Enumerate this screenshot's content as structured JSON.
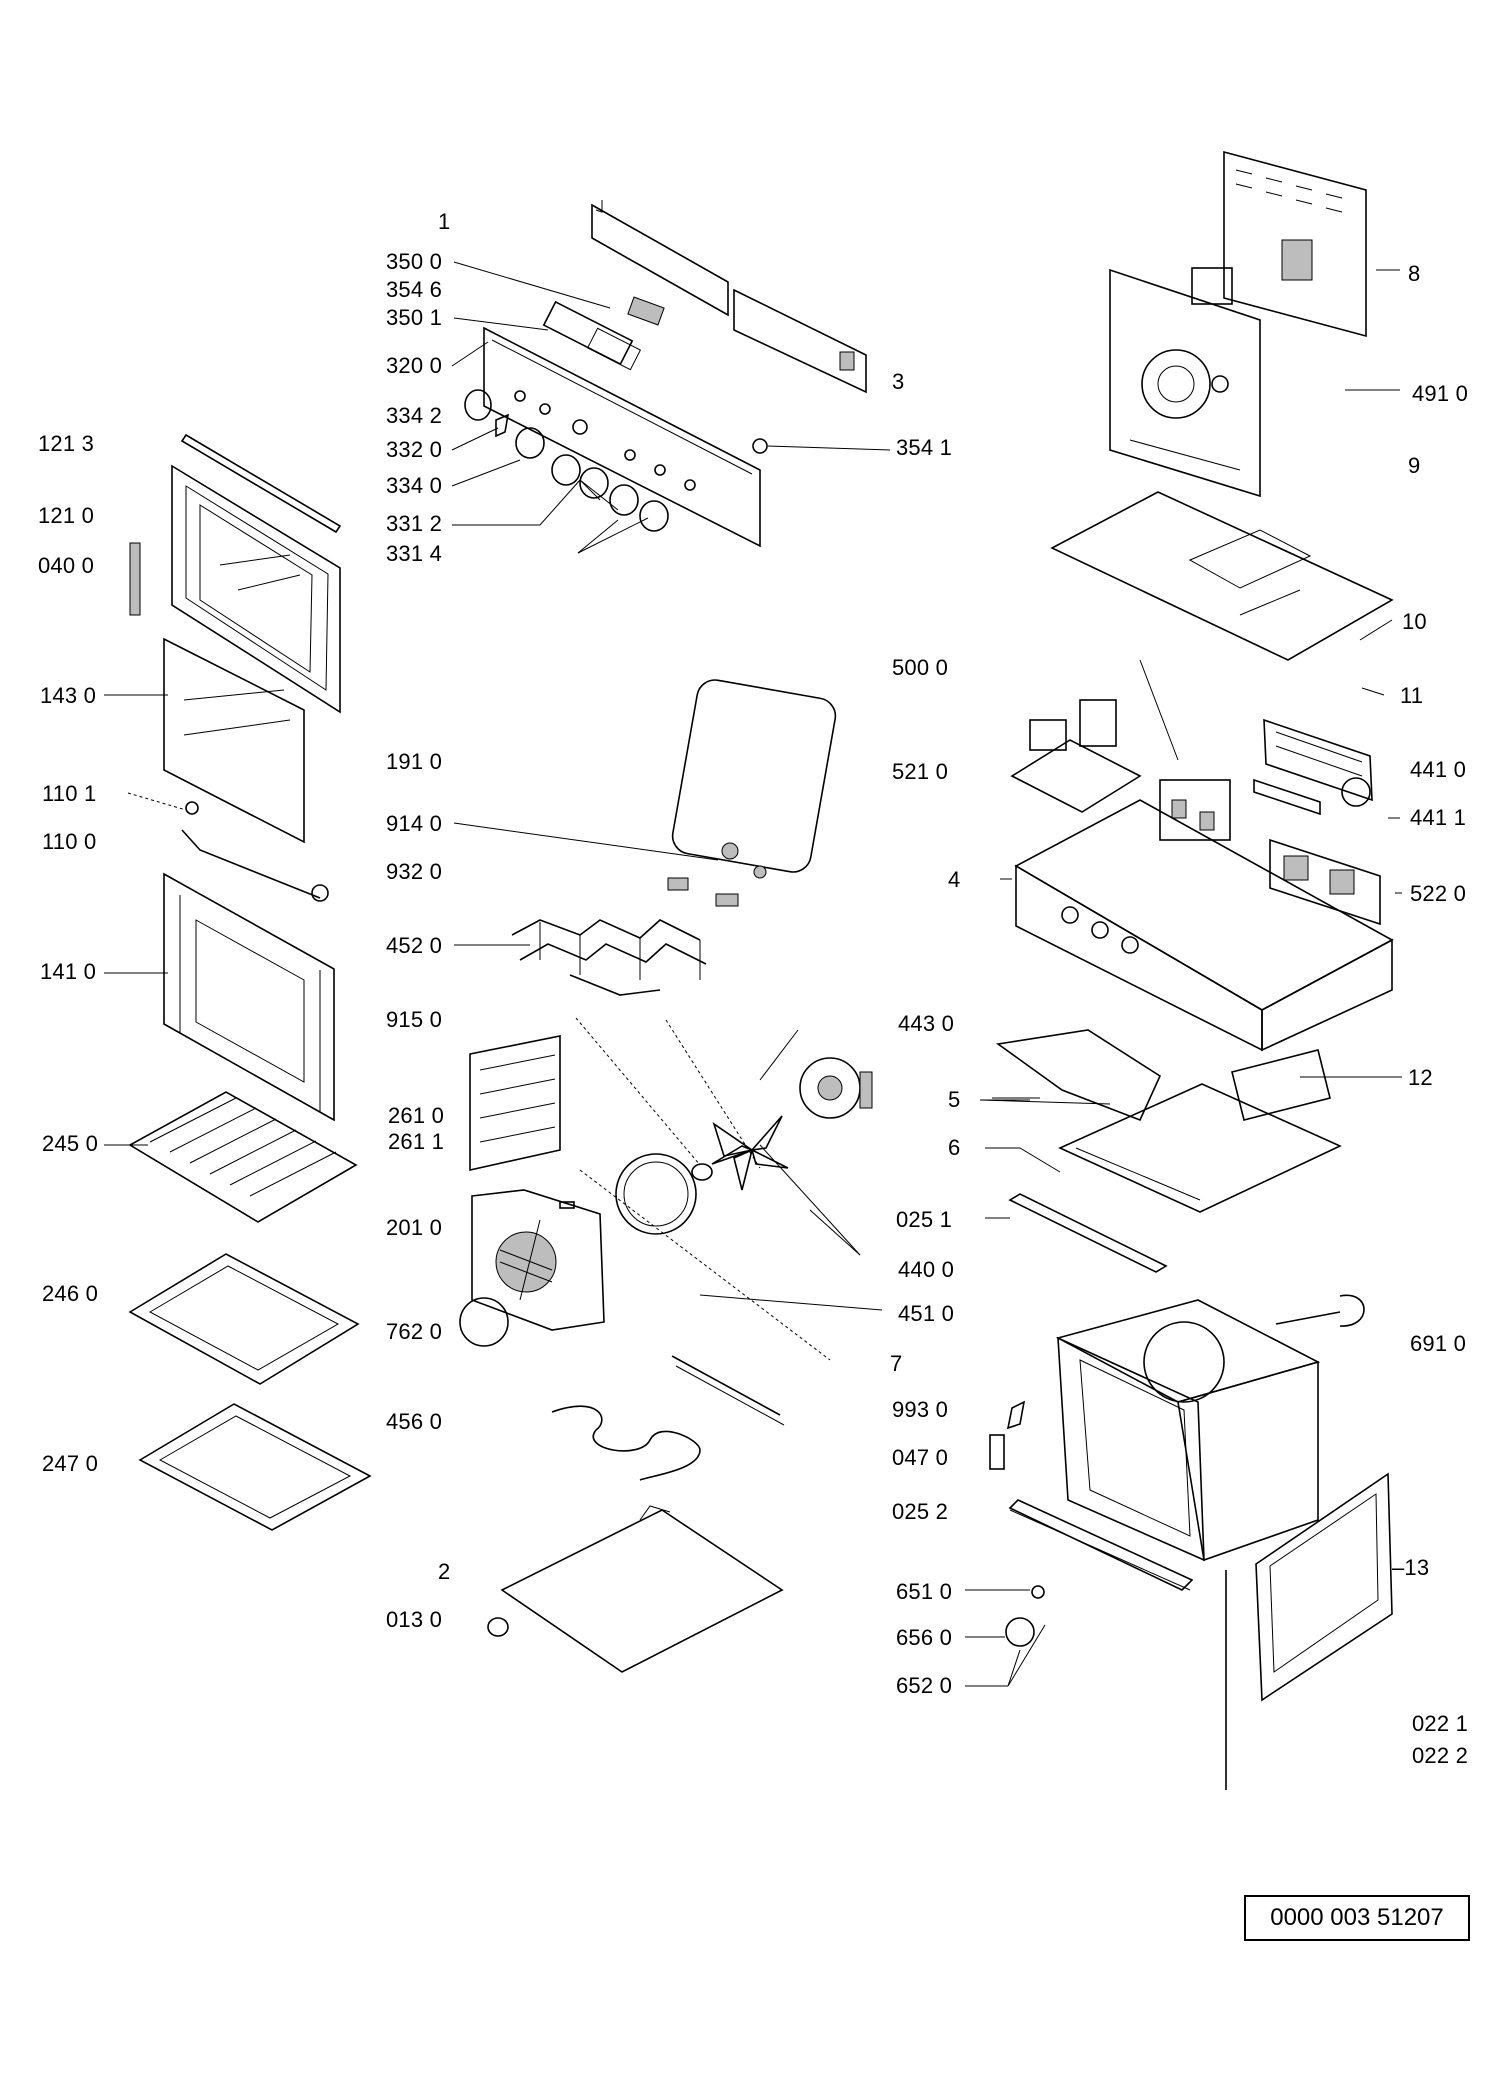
{
  "labels": {
    "p1": "1",
    "p350_0": "350 0",
    "p354_6": "354 6",
    "p350_1": "350 1",
    "p320_0": "320 0",
    "p334_2": "334 2",
    "p332_0": "332 0",
    "p334_0": "334 0",
    "p331_2": "331 2",
    "p331_4": "331 4",
    "p3": "3",
    "p354_1": "354 1",
    "p121_3": "121 3",
    "p121_0": "121 0",
    "p040_0": "040 0",
    "p143_0": "143 0",
    "p110_1": "110 1",
    "p110_0": "110 0",
    "p141_0": "141 0",
    "p245_0": "245 0",
    "p246_0": "246 0",
    "p247_0": "247 0",
    "p191_0": "191 0",
    "p914_0": "914 0",
    "p932_0": "932 0",
    "p452_0": "452 0",
    "p915_0": "915 0",
    "p261_0": "261 0",
    "p261_1": "261 1",
    "p201_0": "201 0",
    "p762_0": "762 0",
    "p456_0": "456 0",
    "p2": "2",
    "p013_0": "013 0",
    "p8": "8",
    "p491_0": "491 0",
    "p9": "9",
    "p10": "10",
    "p500_0": "500 0",
    "p11": "11",
    "p521_0": "521 0",
    "p441_0": "441 0",
    "p441_1": "441 1",
    "p4": "4",
    "p522_0": "522 0",
    "p443_0": "443 0",
    "p12": "12",
    "p5": "5",
    "p6": "6",
    "p025_1": "025 1",
    "p440_0": "440 0",
    "p451_0": "451 0",
    "p7": "7",
    "p691_0": "691 0",
    "p993_0": "993 0",
    "p047_0": "047 0",
    "p025_2": "025 2",
    "p13": "–13",
    "p651_0": "651 0",
    "p656_0": "656 0",
    "p652_0": "652 0",
    "p022_1": "022 1",
    "p022_2": "022 2"
  },
  "document_number": "0000 003 51207"
}
